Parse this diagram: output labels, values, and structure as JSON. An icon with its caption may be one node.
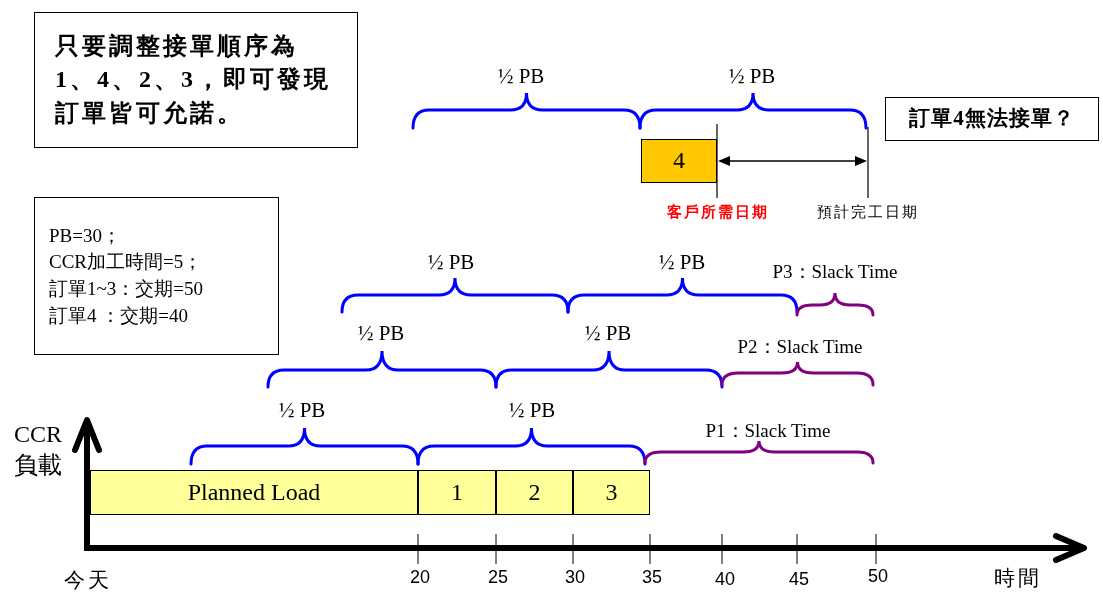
{
  "diagram": {
    "nodes": [
      {
        "text": [
          "只要調整接單順序為1、4、2、3，即可發現訂單皆可允諾。"
        ]
      },
      {
        "text": [
          "訂單4無法接單？"
        ]
      },
      {
        "text": [
          "4"
        ]
      },
      {
        "text": [
          "PB=30；",
          "CCR加工時間=5；",
          "訂單1~3：交期=50",
          "訂單4 ：交期=40"
        ]
      },
      {
        "text": [
          "Planned Load"
        ]
      },
      {
        "text": [
          "1"
        ]
      },
      {
        "text": [
          "2"
        ]
      },
      {
        "text": [
          "3"
        ]
      }
    ],
    "labels": [
      "½ PB",
      "½ PB",
      "客戶所需日期",
      "預計完工日期",
      "½ PB",
      "½ PB",
      "P3：Slack Time",
      "½ PB",
      "½ PB",
      "P2：Slack Time",
      "½ PB",
      "½ PB",
      "P1：Slack Time",
      "CCR 負載",
      "今天",
      "20",
      "25",
      "30",
      "35",
      "40",
      "45",
      "50",
      "時間"
    ]
  }
}
